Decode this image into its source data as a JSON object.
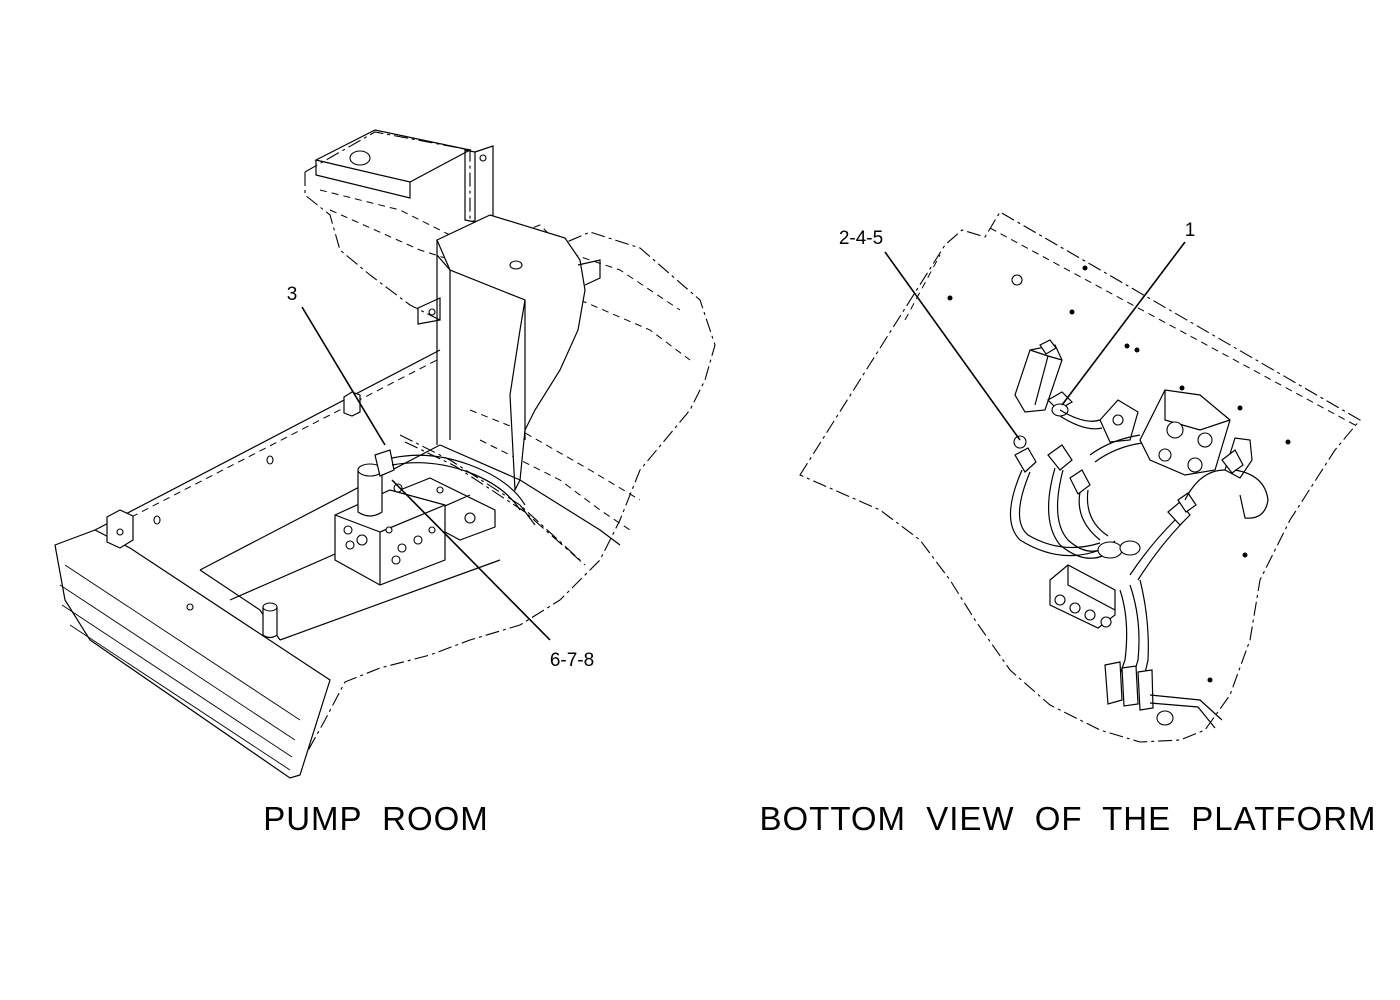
{
  "views": [
    {
      "caption": "PUMP ROOM",
      "callouts": [
        "3",
        "6-7-8"
      ]
    },
    {
      "caption": "BOTTOM VIEW OF THE PLATFORM",
      "callouts": [
        "2-4-5",
        "1"
      ]
    }
  ]
}
